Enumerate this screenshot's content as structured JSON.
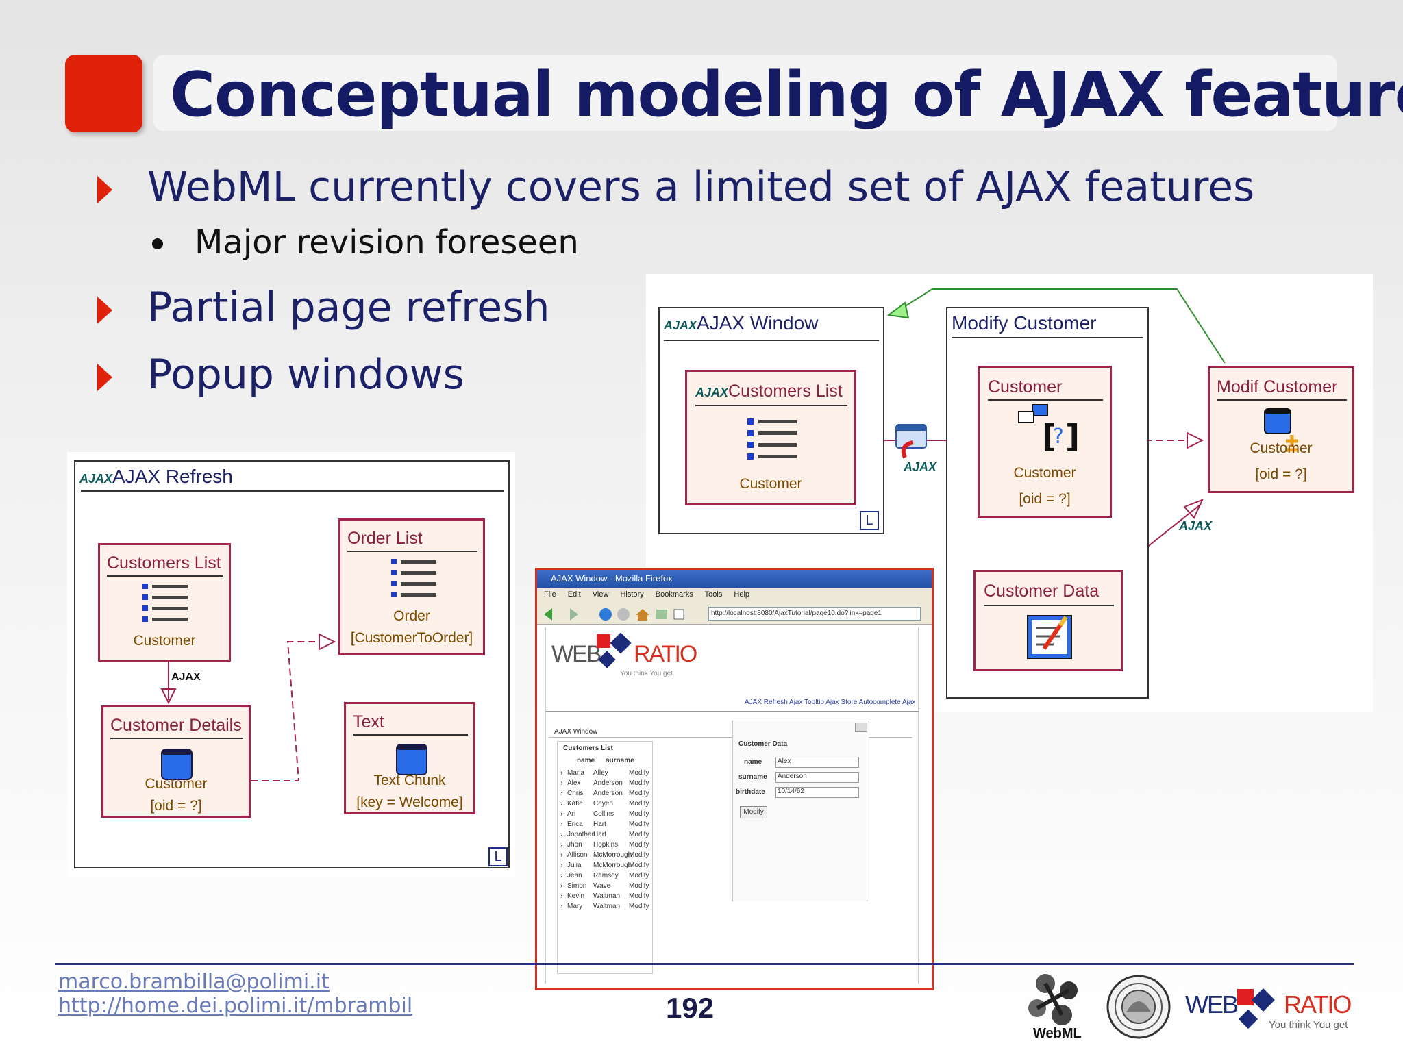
{
  "slide": {
    "title": "Conceptual modeling of AJAX features",
    "bullets": [
      "WebML currently covers a limited set of AJAX features",
      "Partial page refresh",
      "Popup windows"
    ],
    "sub_bullets": [
      "Major revision foreseen"
    ],
    "page_number": "192"
  },
  "footer": {
    "email": "marco.brambilla@polimi.it",
    "url": "http://home.dei.polimi.it/mbrambil",
    "logos": [
      "WebML",
      "WEB",
      "RATIO",
      "You think You get"
    ]
  },
  "refresh_diagram": {
    "frame_title": "AJAX Refresh",
    "ajax_prefix": "AJAX",
    "l_marker": "L",
    "link_label": "AJAX",
    "units": {
      "customers_list": {
        "title": "Customers List",
        "entity": "Customer"
      },
      "order_list": {
        "title": "Order List",
        "entity": "Order",
        "selector": "[CustomerToOrder]"
      },
      "customer_details": {
        "title": "Customer Details",
        "entity": "Customer",
        "selector": "[oid = ?]"
      },
      "text": {
        "title": "Text",
        "entity": "Text Chunk",
        "selector": "[key = Welcome]"
      }
    }
  },
  "window_diagram": {
    "ajax_window_title": "AJAX Window",
    "modify_customer_title": "Modify Customer",
    "ajax_prefix": "AJAX",
    "l_marker": "L",
    "units": {
      "customers_list": {
        "title": "Customers List",
        "entity": "Customer"
      },
      "customer": {
        "title": "Customer",
        "entity": "Customer",
        "selector": "[oid = ?]"
      },
      "modif_customer": {
        "title": "Modif Customer",
        "entity": "Customer",
        "selector": "[oid = ?]"
      },
      "customer_data": {
        "title": "Customer Data"
      }
    }
  },
  "browser": {
    "window_title": "AJAX Window - Mozilla Firefox",
    "menu": "File Edit View History Bookmarks Tools Help",
    "url": "http://localhost:8080/AjaxTutorial/page10.do?link=page1",
    "brand_left": "WEB",
    "brand_right": "RATIO",
    "tagline": "You think You get",
    "nav_links": "AJAX Refresh  Ajax Tooltip  Ajax Store Autocomplete  Ajax",
    "section": "AJAX Window",
    "list_title": "Customers List",
    "columns": [
      "name",
      "surname"
    ],
    "modify_label": "Modify",
    "rows": [
      [
        "Maria",
        "Alley"
      ],
      [
        "Alex",
        "Anderson"
      ],
      [
        "Chris",
        "Anderson"
      ],
      [
        "Katie",
        "Ceyen"
      ],
      [
        "Ari",
        "Collins"
      ],
      [
        "Erica",
        "Hart"
      ],
      [
        "Jonathan",
        "Hart"
      ],
      [
        "Jhon",
        "Hopkins"
      ],
      [
        "Allison",
        "McMorrough"
      ],
      [
        "Julia",
        "McMorrough"
      ],
      [
        "Jean",
        "Ramsey"
      ],
      [
        "Simon",
        "Wave"
      ],
      [
        "Kevin",
        "Waltman"
      ],
      [
        "Mary",
        "Waltman"
      ]
    ],
    "form_title": "Customer Data",
    "form_fields": [
      {
        "label": "name",
        "value": "Alex"
      },
      {
        "label": "surname",
        "value": "Anderson"
      },
      {
        "label": "birthdate",
        "value": "10/14/62"
      }
    ],
    "form_button": "Modify"
  }
}
